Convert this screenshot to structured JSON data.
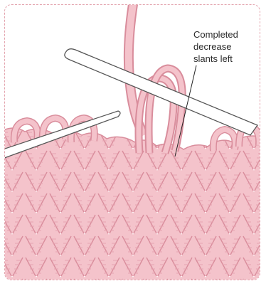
{
  "callout": {
    "line1": "Completed",
    "line2": "decrease",
    "line3": "slants left"
  },
  "colors": {
    "yarn_fill": "#f4c3cb",
    "yarn_stroke": "#d98d9c",
    "needle_fill": "#ffffff",
    "needle_stroke": "#555555",
    "frame": "#e3a3ad",
    "leader_line": "#222222"
  }
}
